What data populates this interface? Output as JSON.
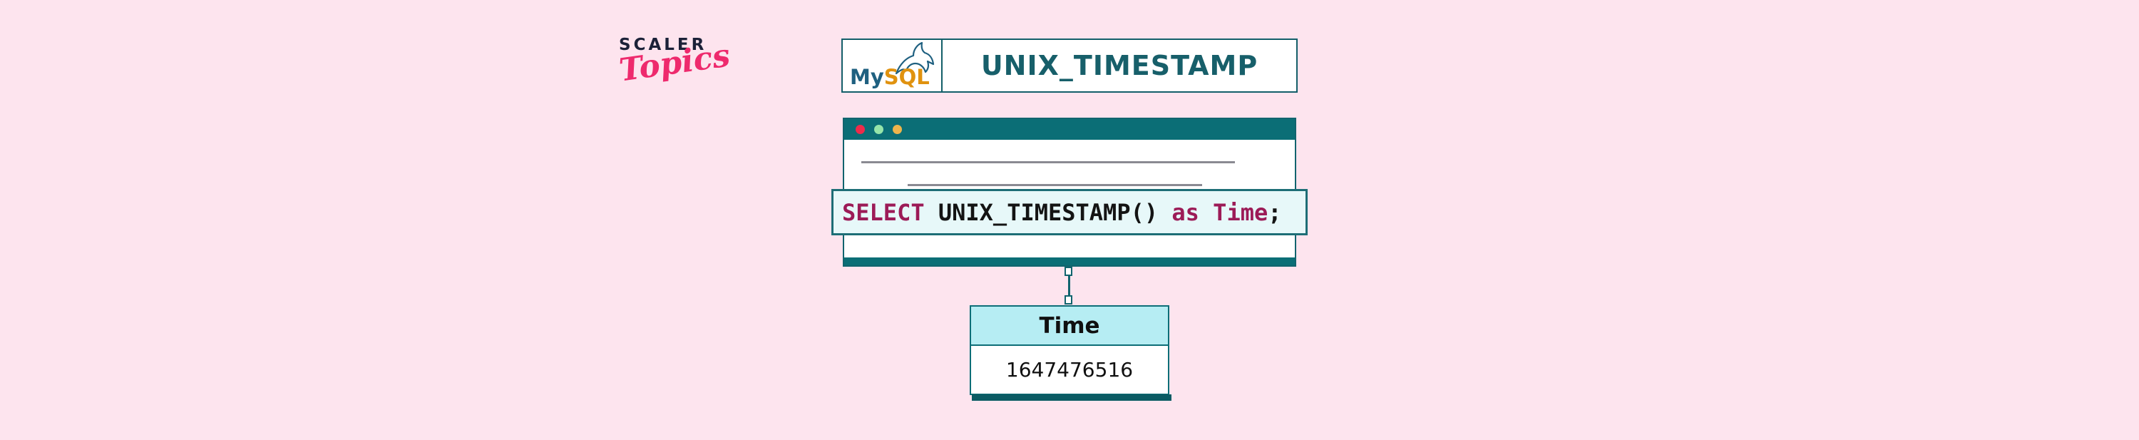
{
  "page": {
    "background": "#fde4ee"
  },
  "branding": {
    "name_top": "SCALER",
    "name_bottom": "Topics",
    "name_top_color": "#1b2138",
    "name_bottom_color": "#ee2a6d"
  },
  "header": {
    "title": "UNIX_TIMESTAMP",
    "title_color": "#175f6a",
    "mysql": {
      "my": "My",
      "sql": "SQL",
      "my_color": "#1f6080",
      "sql_color": "#e0920f"
    }
  },
  "window": {
    "titlebar_color": "#0b6e76",
    "bottombar_color": "#0b6e76",
    "dots": [
      {
        "name": "red",
        "color": "#ee2b4b"
      },
      {
        "name": "green",
        "color": "#95e5aa"
      },
      {
        "name": "orange",
        "color": "#edb44c"
      }
    ],
    "placeholder_line_color": "#8a8a92"
  },
  "code": {
    "background": "#e7f8f9",
    "border_color": "#1d6e76",
    "tokens": [
      {
        "text": "SELECT",
        "color": "#9c1b57"
      },
      {
        "text": " UNIX_TIMESTAMP() ",
        "color": "#141414"
      },
      {
        "text": "as Time",
        "color": "#9c1b57"
      },
      {
        "text": ";",
        "color": "#141414"
      }
    ]
  },
  "result_table": {
    "header": "Time",
    "value": "1647476516",
    "header_background": "#b6edf3",
    "border_color": "#0d6e77",
    "shadow_color": "#0b5b63"
  }
}
